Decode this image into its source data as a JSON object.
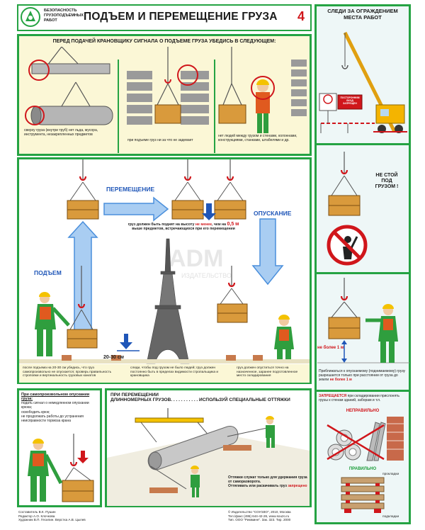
{
  "header": {
    "series_line1": "БЕЗОПАСНОСТЬ",
    "series_line2": "ГРУЗОПОДЪЕМНЫХ",
    "series_line3": "РАБОТ",
    "title": "ПОДЪЕМ И ПЕРЕМЕЩЕНИЕ ГРУЗА",
    "sheet_number": "4"
  },
  "check_section": {
    "heading": "ПЕРЕД ПОДАЧЕЙ КРАНОВЩИКУ СИГНАЛА О ПОДЪЕМЕ ГРУЗА УБЕДИСЬ В СЛЕДУЮЩЕМ:",
    "item1": "сверху груза (внутри труб) нет льда, мусора, инструмента, незакрепленных предметов",
    "item2": "при подъеме груз ни за что не задевает",
    "item3": "нет людей между грузом и стенами, колоннами, конструкциями, станками, штабелями и др."
  },
  "side": {
    "fence_title_line1": "СЛЕДИ ЗА ОГРАЖДЕНИЕМ",
    "fence_title_line2": "МЕСТА РАБОТ",
    "sign_line1": "ПОСТОРОННИМ",
    "sign_line2": "ВХОД",
    "sign_line3": "ЗАПРЕЩЕН",
    "warn_line1": "НЕ СТОЙ",
    "warn_line2": "ПОД",
    "warn_line3": "ГРУЗОМ !",
    "distance_label": "не более 1 м",
    "approach_text": "Приближаться к опускаемому (поднимаемому) грузу разрешается только при расстоянии от груза до земли",
    "approach_value": "не более 1 м",
    "stack_forbidden_word": "ЗАПРЕЩАЕТСЯ",
    "stack_forbidden_rest": "при складировании прислонять грузы к стенам зданий, заборам и т.п.",
    "wrong_label": "НЕПРАВИЛЬНО",
    "right_label": "ПРАВИЛЬНО",
    "spacer_label": "прокладки",
    "pads_label": "подкладки"
  },
  "motion": {
    "move_label": "ПЕРЕМЕЩЕНИЕ",
    "lower_label": "ОПУСКАНИЕ",
    "lift_label": "ПОДЪЕМ",
    "height_note_start": "груз должен быть поднят на высоту",
    "height_note_emph": "не менее",
    "height_note_mid": ", чем на",
    "height_note_value": "0,5 м",
    "height_note_end": "выше предметов, встречающихся при его перемещении",
    "lift_height_label": "20-30 см",
    "watermark": "ADM",
    "watermark_sub": "ИЗДАТЕЛЬСТВО"
  },
  "bottom_notes": {
    "note_left": "после подъема на 20-30 см убедись, что груз самопроизвольно не опускается; проверь правильность строповки и вертикальность грузовых канатов",
    "note_mid": "следи, чтобы под грузом не было людей; груз должен постоянно быть в пределах видимости стропальщика и крановщика",
    "note_right": "груз должен опуститься точно на назначенное, заранее подготовленное место складирования"
  },
  "self_lowering": {
    "heading": "При самопроизвольном опускании груза:",
    "item1": "подать сигнал о немедленном опускании крюка;",
    "item2": "освободить крюк;",
    "item3": "не продолжать работы до устранения неисправности тормоза крана"
  },
  "long_loads": {
    "heading_line1": "ПРИ ПЕРЕМЕЩЕНИИ",
    "heading_line2": "ДЛИННОМЕРНЫХ ГРУЗОВ",
    "heading_tail": ". . . . . . . . . . . ИСПОЛЬЗУЙ СПЕЦИАЛЬНЫЕ ОТТЯЖКИ",
    "guy_note1": "Оттяжки служат только для удержания груза от саморазворота.",
    "guy_note2": "Оттягивать или раскачивать груз",
    "guy_note_forbidden": "запрещено"
  },
  "credits": {
    "left_line1": "Составитель В.К. Пушин",
    "left_line2": "Редактор А.О. Клочкова",
    "left_line3": "Художник В.П. Гесилин. Верстка А.В. Цылев",
    "right_line1": "© Издательство \"СОУЭЗО\", 2010, Москва",
    "right_line2": "Тел./факс (495) 644-42-26, www.souzo.ru",
    "right_line3": "Тип. ООО \"Римминн\". Зак. 323. Тир. 2000"
  },
  "colors": {
    "frame_green": "#25a343",
    "panel_yellow": "#fbf7d6",
    "title_red": "#d0161b",
    "arrow_blue": "#4a8fdc",
    "crate_wood": "#d99a3c",
    "worker_green": "#2f9e3e",
    "helmet_yellow": "#f4c200"
  }
}
